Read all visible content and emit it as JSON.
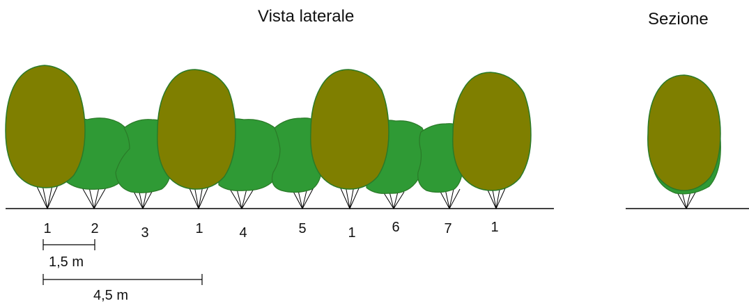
{
  "titles": {
    "side_view": "Vista laterale",
    "section": "Sezione"
  },
  "colors": {
    "olive_tree": "#7f7f00",
    "shrub": "#2f9a35",
    "outline": "#2a7a28",
    "line": "#000000"
  },
  "plant_labels": [
    "1",
    "2",
    "3",
    "1",
    "4",
    "5",
    "1",
    "6",
    "7",
    "1"
  ],
  "dimensions": {
    "short": "1,5 m",
    "long": "4,5 m"
  }
}
